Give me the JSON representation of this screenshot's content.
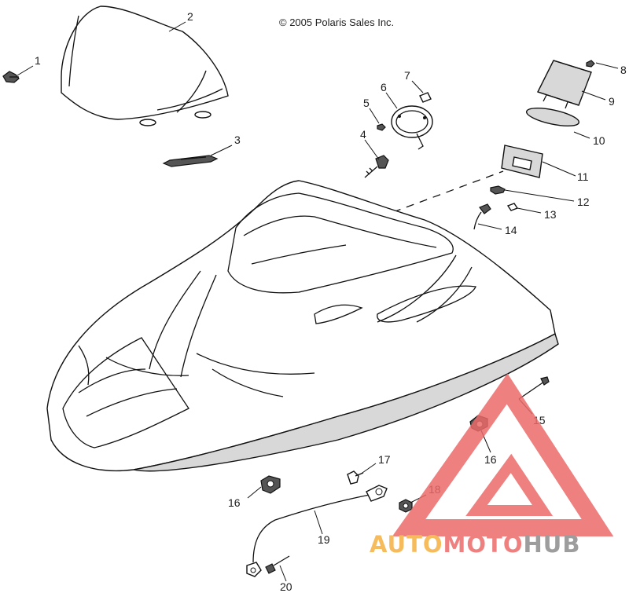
{
  "copyright": "© 2005 Polaris Sales Inc.",
  "callouts": {
    "c1": "1",
    "c2": "2",
    "c3": "3",
    "c4": "4",
    "c5": "5",
    "c6": "6",
    "c7": "7",
    "c8": "8",
    "c9": "9",
    "c10": "10",
    "c11": "11",
    "c12": "12",
    "c13": "13",
    "c14": "14",
    "c15": "15",
    "c16a": "16",
    "c16b": "16",
    "c17": "17",
    "c18": "18",
    "c19": "19",
    "c20": "20"
  },
  "watermark": {
    "part1": "AUTO",
    "part2": "MOTO",
    "part3": "HUB",
    "color_orange": "#f5b041",
    "color_red": "#ec6a6a",
    "color_grey": "#8d8d8d"
  }
}
